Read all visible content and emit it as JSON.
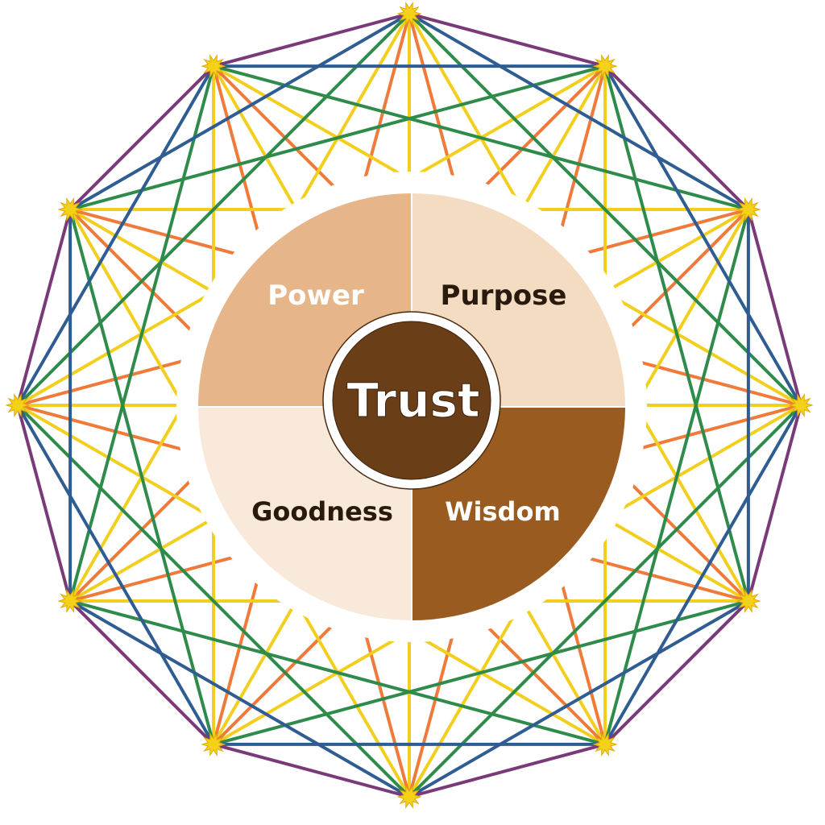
{
  "center": {
    "label": "Trust",
    "color": "#6a3f17"
  },
  "quadrants": [
    {
      "label": "Power",
      "color": "#e6b589",
      "text_color": "#ffffff"
    },
    {
      "label": "Purpose",
      "color": "#f4dcc3",
      "text_color": "#2a1a0e"
    },
    {
      "label": "Wisdom",
      "color": "#9a5b20",
      "text_color": "#ffffff"
    },
    {
      "label": "Goodness",
      "color": "#f9e9db",
      "text_color": "#2a1a0e"
    }
  ],
  "network": {
    "node_count": 12,
    "node_color": "#f5d21a",
    "chord_colors": [
      "#7a3a78",
      "#2f5d92",
      "#2e8b4a",
      "#f2cf1f",
      "#ef7a3a",
      "#f2cf1f"
    ]
  }
}
